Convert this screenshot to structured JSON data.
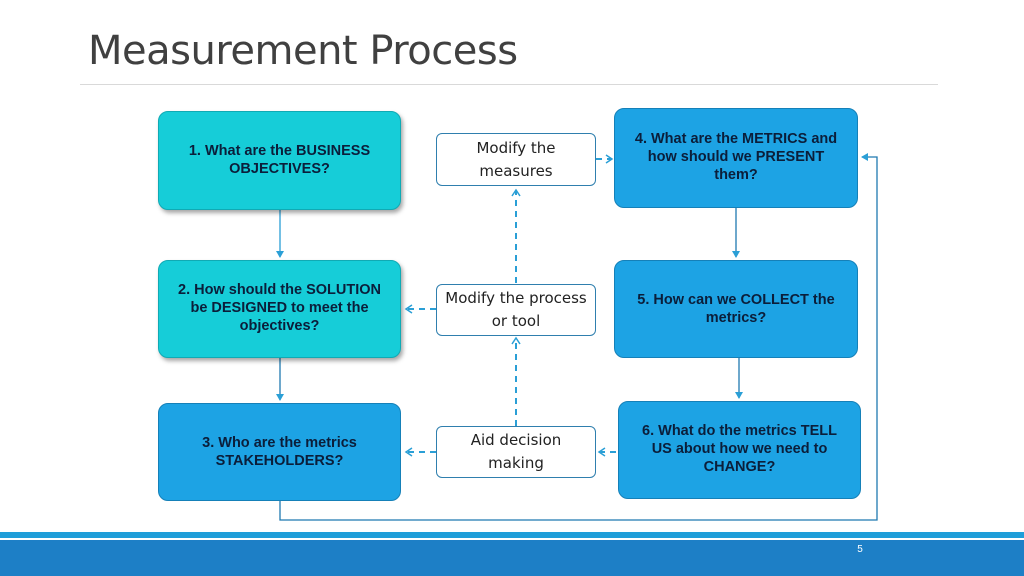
{
  "slide": {
    "title": "Measurement Process",
    "page_number": "5"
  },
  "steps": {
    "s1": "1. What are the BUSINESS OBJECTIVES?",
    "s2": "2. How should the SOLUTION be DESIGNED to meet the objectives?",
    "s3": "3. Who are the metrics STAKEHOLDERS?",
    "s4": "4. What  are the METRICS and how should we PRESENT them?",
    "s5": "5. How can we COLLECT the metrics?",
    "s6": "6. What do the metrics TELL US about how we need to CHANGE?"
  },
  "feedback": {
    "modify_measures": "Modify the measures",
    "modify_process": "Modify the process or tool",
    "aid_decision": "Aid decision making"
  },
  "colors": {
    "teal": "#16cdd8",
    "blue": "#1da3e4",
    "connector": "#2a9fd6",
    "footer": "#1d7fc6"
  }
}
